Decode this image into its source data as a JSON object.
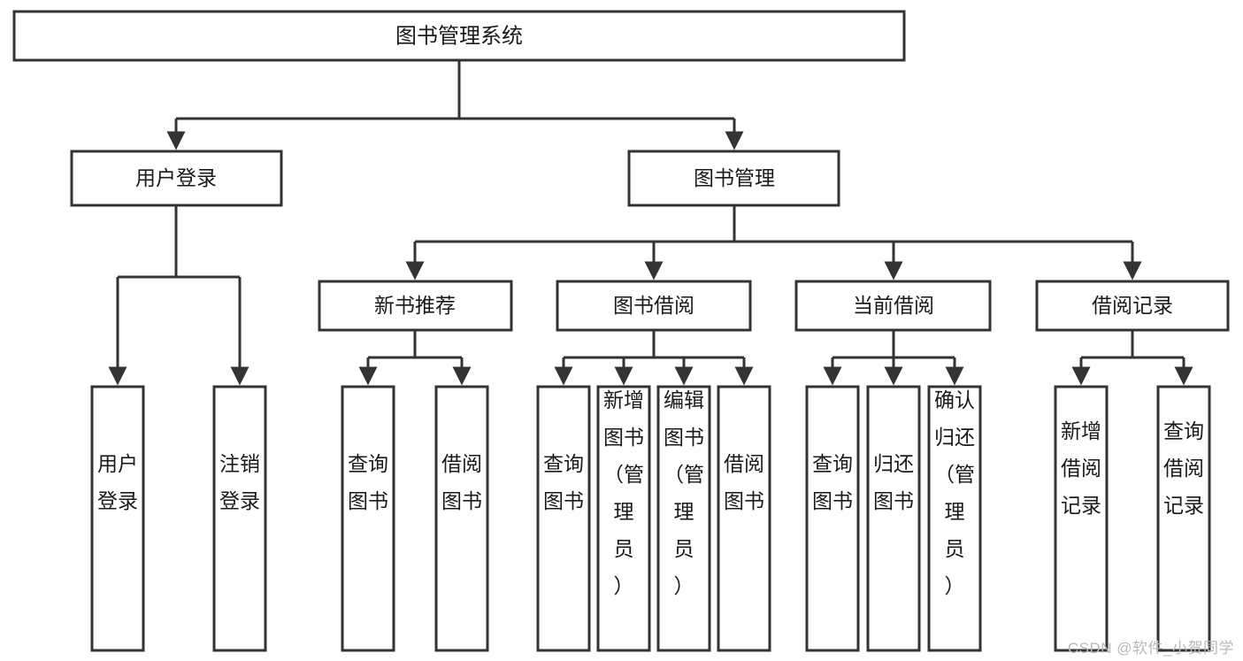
{
  "diagram": {
    "type": "tree",
    "title": "图书管理系统",
    "watermark": "CSDN @软件_小贺同学",
    "colors": {
      "box_stroke": "#333333",
      "box_fill": "#ffffff",
      "text": "#1a1a1a",
      "watermark": "#b9b9b9",
      "background": "#ffffff"
    },
    "root": {
      "label": "图书管理系统"
    },
    "level2": [
      {
        "label": "用户登录"
      },
      {
        "label": "图书管理"
      }
    ],
    "level3": [
      {
        "label": "新书推荐"
      },
      {
        "label": "图书借阅"
      },
      {
        "label": "当前借阅"
      },
      {
        "label": "借阅记录"
      }
    ],
    "leaves": {
      "user_login": [
        {
          "lines": [
            "用户",
            "登录"
          ]
        },
        {
          "lines": [
            "注销",
            "登录"
          ]
        }
      ],
      "new_book_recommend": [
        {
          "lines": [
            "查询",
            "图书"
          ]
        },
        {
          "lines": [
            "借阅",
            "图书"
          ]
        }
      ],
      "book_borrow": [
        {
          "lines": [
            "查询",
            "图书"
          ]
        },
        {
          "lines": [
            "新增",
            "图书",
            "（管",
            "理",
            "员",
            "）"
          ]
        },
        {
          "lines": [
            "编辑",
            "图书",
            "（管",
            "理",
            "员",
            "）"
          ]
        },
        {
          "lines": [
            "借阅",
            "图书"
          ]
        }
      ],
      "current_borrow": [
        {
          "lines": [
            "查询",
            "图书"
          ]
        },
        {
          "lines": [
            "归还",
            "图书"
          ]
        },
        {
          "lines": [
            "确认",
            "归还",
            "（管",
            "理",
            "员",
            "）"
          ]
        }
      ],
      "borrow_record": [
        {
          "lines": [
            "新增",
            "借阅",
            "记录"
          ]
        },
        {
          "lines": [
            "查询",
            "借阅",
            "记录"
          ]
        }
      ]
    },
    "edges": [
      {
        "from": "图书管理系统",
        "to": "用户登录"
      },
      {
        "from": "图书管理系统",
        "to": "图书管理"
      },
      {
        "from": "用户登录",
        "to": "用户登录(叶)"
      },
      {
        "from": "用户登录",
        "to": "注销登录"
      },
      {
        "from": "图书管理",
        "to": "新书推荐"
      },
      {
        "from": "图书管理",
        "to": "图书借阅"
      },
      {
        "from": "图书管理",
        "to": "当前借阅"
      },
      {
        "from": "图书管理",
        "to": "借阅记录"
      },
      {
        "from": "新书推荐",
        "to": "查询图书"
      },
      {
        "from": "新书推荐",
        "to": "借阅图书"
      },
      {
        "from": "图书借阅",
        "to": "查询图书"
      },
      {
        "from": "图书借阅",
        "to": "新增图书（管理员）"
      },
      {
        "from": "图书借阅",
        "to": "编辑图书（管理员）"
      },
      {
        "from": "图书借阅",
        "to": "借阅图书"
      },
      {
        "from": "当前借阅",
        "to": "查询图书"
      },
      {
        "from": "当前借阅",
        "to": "归还图书"
      },
      {
        "from": "当前借阅",
        "to": "确认归还（管理员）"
      },
      {
        "from": "借阅记录",
        "to": "新增借阅记录"
      },
      {
        "from": "借阅记录",
        "to": "查询借阅记录"
      }
    ]
  }
}
